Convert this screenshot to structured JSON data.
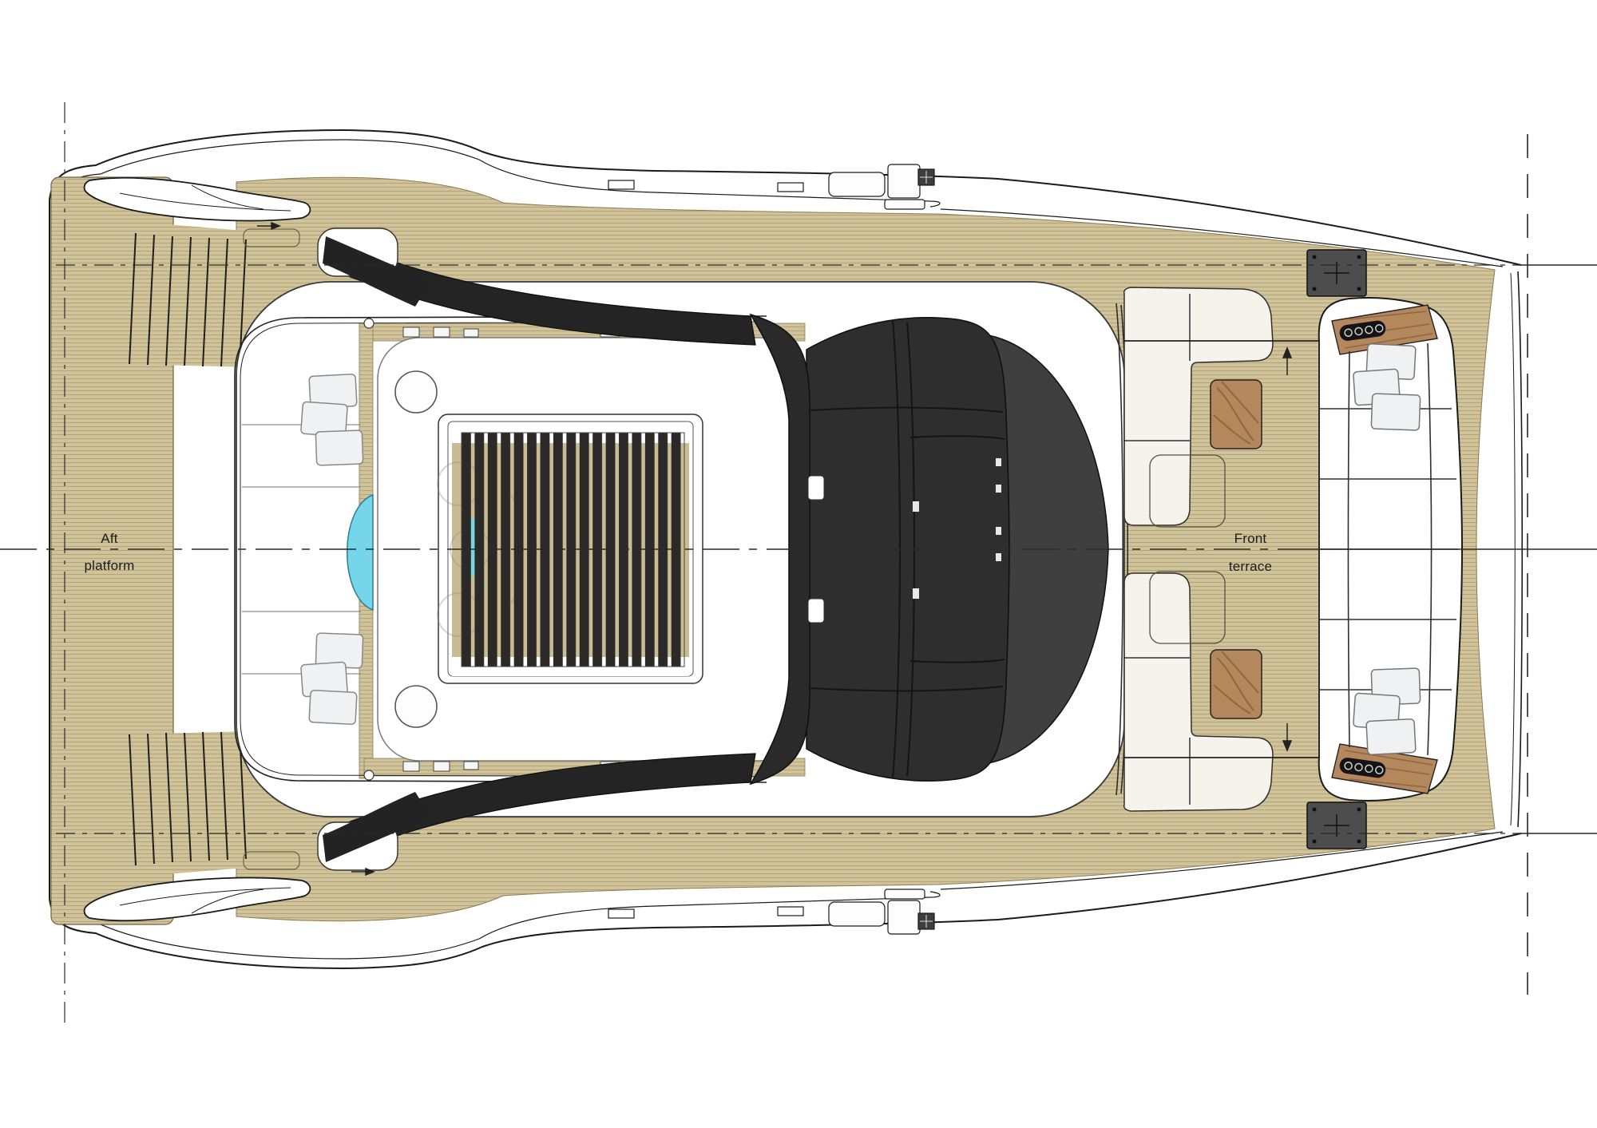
{
  "document": {
    "type": "yacht deck plan",
    "view": "top view, power catamaran flybridge / main deck",
    "background": "#ffffff"
  },
  "labels": {
    "aft_platform_line1": "Aft",
    "aft_platform_line2": "platform",
    "front_terrace_line1": "Front",
    "front_terrace_line2": "terrace"
  },
  "colors": {
    "outline": "#1a1a1a",
    "teak": "#d0c399",
    "teak_line": "#a3946b",
    "deck_white": "#ffffff",
    "cushion": "#f6f3ec",
    "cushion_line": "#2f2f2f",
    "pillow": "#f0f1f2",
    "pillow_line": "#888888",
    "hardtop": "#2a2a2a",
    "hardtop_roof": "#2e2e2e",
    "windshield_glass": "#3f3f3f",
    "louver_slat": "#2b2a28",
    "louver_gap": "#c9bb92",
    "pool_cyan": "#74d6e8",
    "wood": "#b5875d",
    "wood_dark": "#8f6740",
    "plate_gray": "#4d4d4d",
    "centerline": "#2a2a2a"
  },
  "features": {
    "louver_slat_count": 17,
    "speakers_per_bar": 4,
    "sunpad_pillow_clusters": 2,
    "bench_pillow_clusters": 2,
    "pillows_per_cluster": 3,
    "mooring_plates": 2,
    "coffee_tables": 2,
    "round_deck_hatches": 2,
    "stair_treads_per_side": 7
  }
}
